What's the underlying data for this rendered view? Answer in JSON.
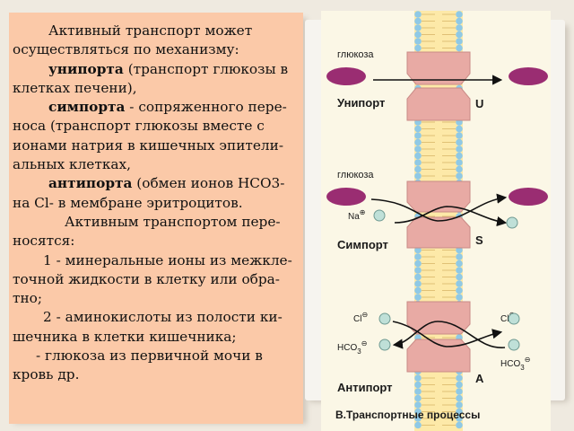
{
  "text": {
    "intro": "Активный транспорт может осуществляться по механизму:",
    "uniport_term": "унипорта",
    "uniport_desc": " (транспорт глюкозы в клетках печени),",
    "symport_term": "симпорта",
    "symport_desc": "  - сопряженного пере-носа (транспорт глюкозы вместе с ионами натрия в кишечных эпители-альных клетках,",
    "antiport_term": "антипорта",
    "antiport_desc": " (обмен ионов HCO3- на Cl- в мембране эритроцитов.",
    "active_intro": "Активным транспортом пере-носятся:",
    "item1": "1 - минеральные ионы из межкле-точной жидкости в клетку  или обра-тно;",
    "item2": "2 - аминокислоты из полости ки-шечника в клетки кишечника;",
    "item3": "- глюкоза из первичной мочи в кровь др."
  },
  "diagram": {
    "uniport_substrate": "глюкоза",
    "uniport_name": "Унипорт",
    "uniport_letter": "U",
    "symport_substrate": "глюкоза",
    "symport_ion": "Na",
    "symport_ion_charge": "⊕",
    "symport_name": "Симпорт",
    "symport_letter": "S",
    "antiport_ion_left": "Cl",
    "antiport_ion_left_charge": "⊖",
    "antiport_ion_right": "Cl",
    "antiport_ion_right_charge": "⊖",
    "antiport_bicarb_left": "HCO",
    "antiport_bicarb_left_sub": "3",
    "antiport_bicarb_left_charge": "⊖",
    "antiport_bicarb_right": "HCO",
    "antiport_bicarb_right_sub": "3",
    "antiport_bicarb_right_charge": "⊖",
    "antiport_name": "Антипорт",
    "antiport_letter": "A",
    "caption": "В.Транспортные процессы"
  },
  "colors": {
    "text_bg": "#fbc9a8",
    "membrane": "#fde9a8",
    "lipid_head": "#8fc9e6",
    "protein": "#e8aaa4",
    "glucose": "#9a2d72",
    "ion": "#bfe0d8"
  }
}
